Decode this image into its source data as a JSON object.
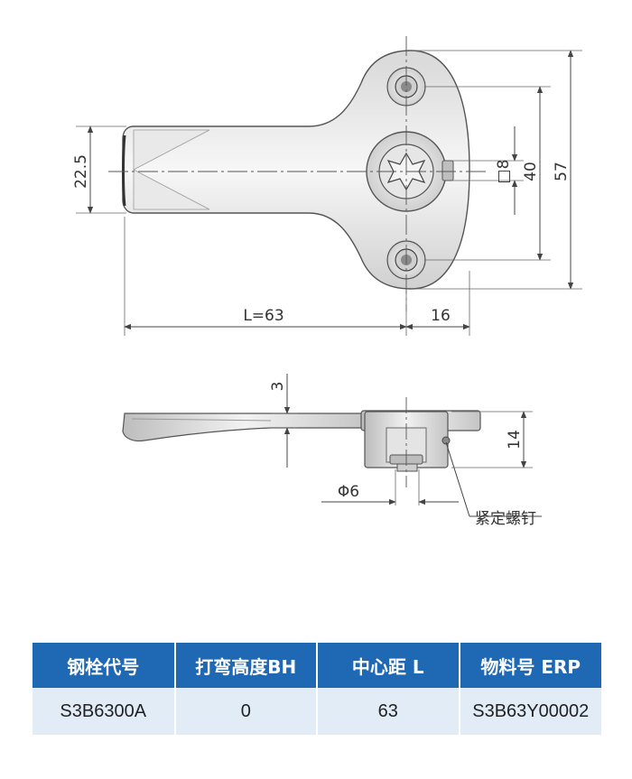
{
  "dimensions": {
    "height_22_5": "22.5",
    "length_L": "L=63",
    "offset_16": "16",
    "square_8": "□8",
    "pitch_40": "40",
    "height_57": "57",
    "thickness_3": "3",
    "height_14": "14",
    "diameter_6": "Φ6"
  },
  "annotations": {
    "set_screw": "紧定螺钉"
  },
  "table": {
    "headers": [
      "钢栓代号",
      "打弯高度BH",
      "中心距 L",
      "物料号 ERP"
    ],
    "rows": [
      [
        "S3B6300A",
        "0",
        "63",
        "S3B63Y00002"
      ]
    ]
  },
  "colors": {
    "header_bg": "#1f68b3",
    "row_bg": "#e2ecf7",
    "line": "#444444"
  }
}
